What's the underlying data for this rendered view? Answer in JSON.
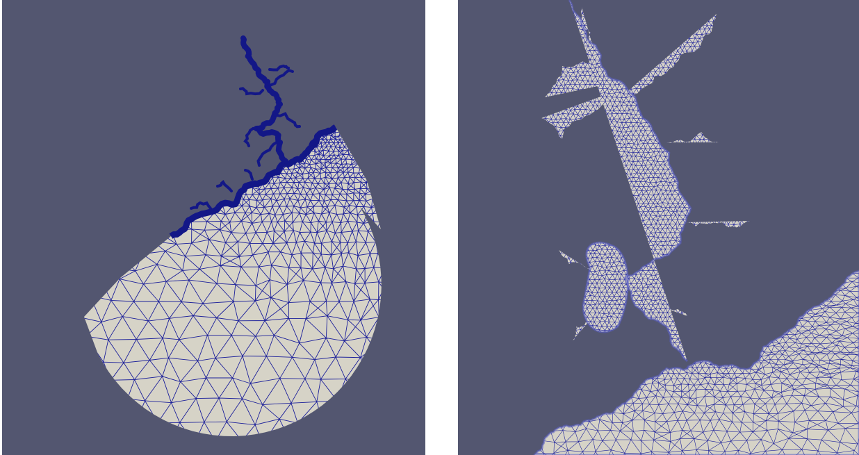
{
  "figure": {
    "panels": [
      {
        "id": "left",
        "view": "full-domain-mesh",
        "description_visible": false
      },
      {
        "id": "right",
        "view": "zoomed-coastline-mesh",
        "description_visible": false
      }
    ]
  },
  "colors": {
    "background": "#535670",
    "mesh_fill": "#d6d3c7",
    "mesh_lines": "#1b1f9a",
    "dense_coast": "#131787",
    "page": "#ffffff"
  }
}
